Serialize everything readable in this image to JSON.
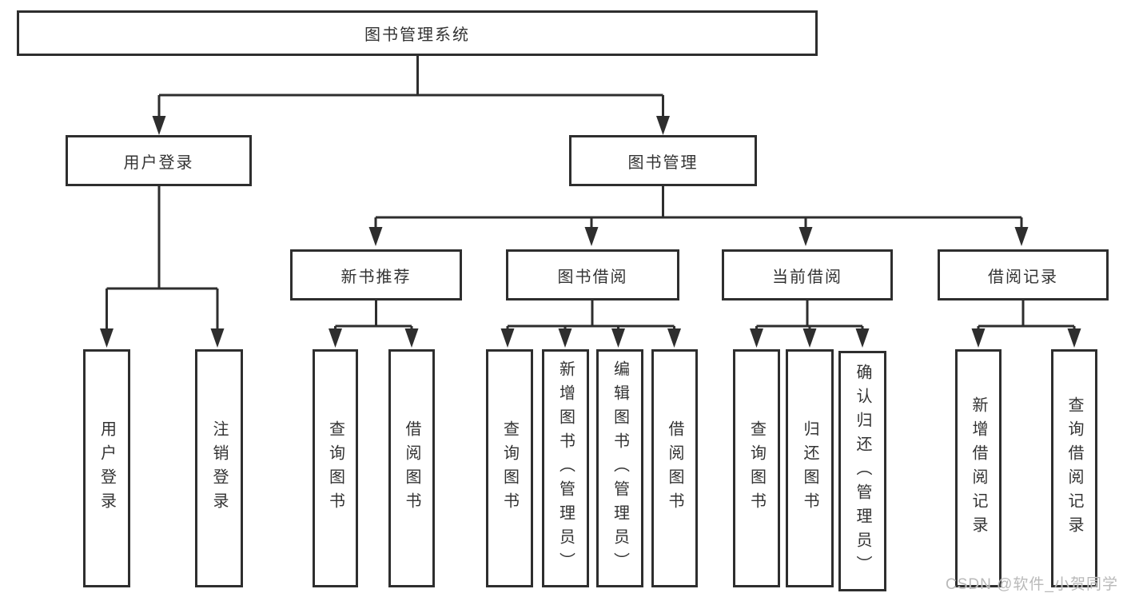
{
  "diagram_type": "tree",
  "title": "图书管理系统",
  "nodes": {
    "system": {
      "label": "图书管理系统"
    },
    "user_login": {
      "label": "用户登录"
    },
    "book_mgmt": {
      "label": "图书管理"
    },
    "login_action": {
      "label": "用户登录"
    },
    "logout_action": {
      "label": "注销登录"
    },
    "new_book_rec": {
      "label": "新书推荐"
    },
    "book_borrow": {
      "label": "图书借阅"
    },
    "current_borrow": {
      "label": "当前借阅"
    },
    "borrow_record": {
      "label": "借阅记录"
    },
    "rec_query_book": {
      "label": "查询图书"
    },
    "rec_borrow_book": {
      "label": "借阅图书"
    },
    "bb_query_book": {
      "label": "查询图书"
    },
    "bb_add_book": {
      "label": "新增图书（管理员）"
    },
    "bb_edit_book": {
      "label": "编辑图书（管理员）"
    },
    "bb_borrow_book": {
      "label": "借阅图书"
    },
    "cb_query_book": {
      "label": "查询图书"
    },
    "cb_return_book": {
      "label": "归还图书"
    },
    "cb_confirm_return": {
      "label": "确认归还（管理员）"
    },
    "br_add_record": {
      "label": "新增借阅记录"
    },
    "br_query_record": {
      "label": "查询借阅记录"
    }
  },
  "edges": [
    [
      "system",
      "user_login"
    ],
    [
      "system",
      "book_mgmt"
    ],
    [
      "user_login",
      "login_action"
    ],
    [
      "user_login",
      "logout_action"
    ],
    [
      "book_mgmt",
      "new_book_rec"
    ],
    [
      "book_mgmt",
      "book_borrow"
    ],
    [
      "book_mgmt",
      "current_borrow"
    ],
    [
      "book_mgmt",
      "borrow_record"
    ],
    [
      "new_book_rec",
      "rec_query_book"
    ],
    [
      "new_book_rec",
      "rec_borrow_book"
    ],
    [
      "book_borrow",
      "bb_query_book"
    ],
    [
      "book_borrow",
      "bb_add_book"
    ],
    [
      "book_borrow",
      "bb_edit_book"
    ],
    [
      "book_borrow",
      "bb_borrow_book"
    ],
    [
      "current_borrow",
      "cb_query_book"
    ],
    [
      "current_borrow",
      "cb_return_book"
    ],
    [
      "current_borrow",
      "cb_confirm_return"
    ],
    [
      "borrow_record",
      "br_add_record"
    ],
    [
      "borrow_record",
      "br_query_record"
    ]
  ],
  "watermark": {
    "text": "CSDN @软件_小贺同学"
  },
  "colors": {
    "line": "#2e2e2e",
    "text": "#333333",
    "box_background": "#ffffff",
    "page_background": "#ffffff",
    "watermark": "#b9b9b9"
  }
}
